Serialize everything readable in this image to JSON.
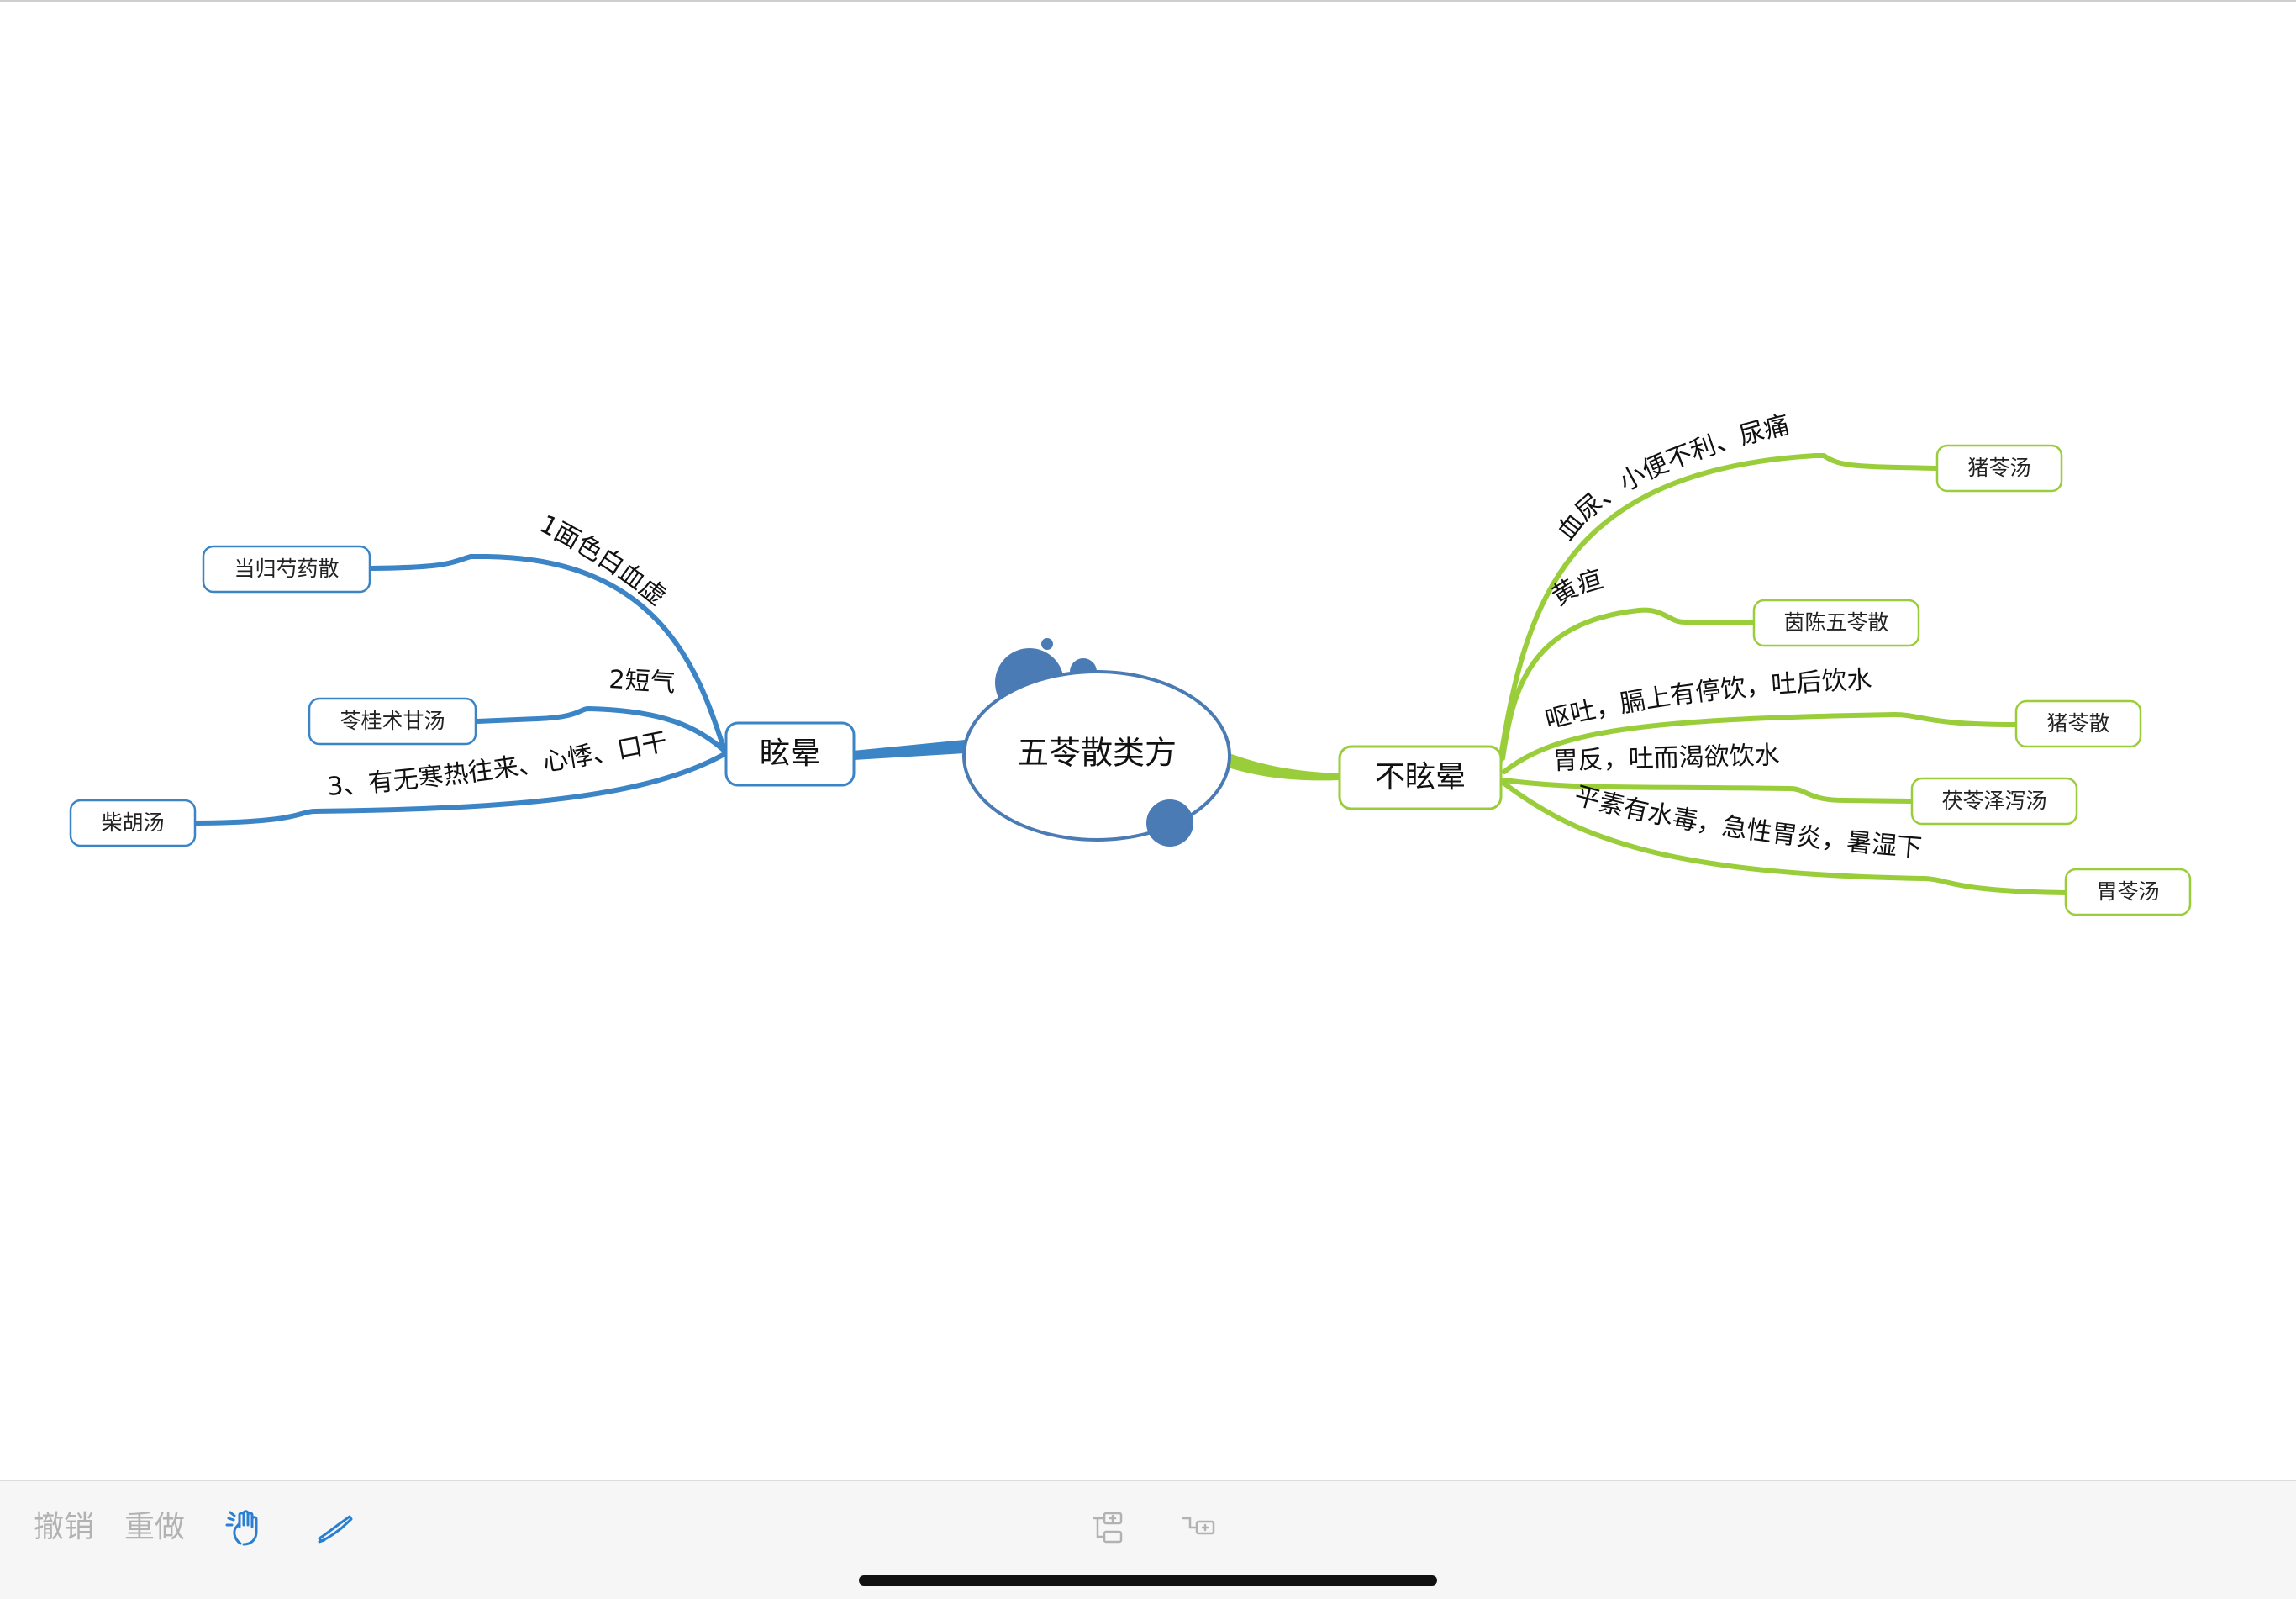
{
  "colors": {
    "left_branch": "#3b84c6",
    "right_branch": "#9acd3a",
    "central_border": "#4a7bb5",
    "bubble": "#4a7bb5",
    "toolbar_disabled": "#b2b2b2",
    "toolbar_active": "#2b7fd1"
  },
  "mindmap": {
    "central": "五苓散类方",
    "left": {
      "title": "眩晕",
      "branches": [
        {
          "label": "1面色白血虚",
          "node": "当归芍药散"
        },
        {
          "label": "2短气",
          "node": "苓桂术甘汤"
        },
        {
          "label": "3、有无寒热往来、心悸、口干",
          "node": "柴胡汤"
        }
      ]
    },
    "right": {
      "title": "不眩晕",
      "branches": [
        {
          "label": "血尿、小便不利、尿痛",
          "node": "猪苓汤"
        },
        {
          "label": "黄疸",
          "node": "茵陈五苓散"
        },
        {
          "label": "呕吐，膈上有停饮，吐后饮水",
          "node": "猪苓散"
        },
        {
          "label": "胃反，吐而渴欲饮水",
          "node": "茯苓泽泻汤"
        },
        {
          "label": "平素有水毒，急性胃炎，暑湿下利",
          "node": "胃苓汤"
        }
      ]
    }
  },
  "toolbar": {
    "undo_label": "撤销",
    "redo_label": "重做",
    "gesture_icon": "hand-gesture-icon",
    "pen_icon": "pen-icon",
    "add_sibling_icon": "add-sibling-topic-icon",
    "add_child_icon": "add-child-topic-icon"
  }
}
